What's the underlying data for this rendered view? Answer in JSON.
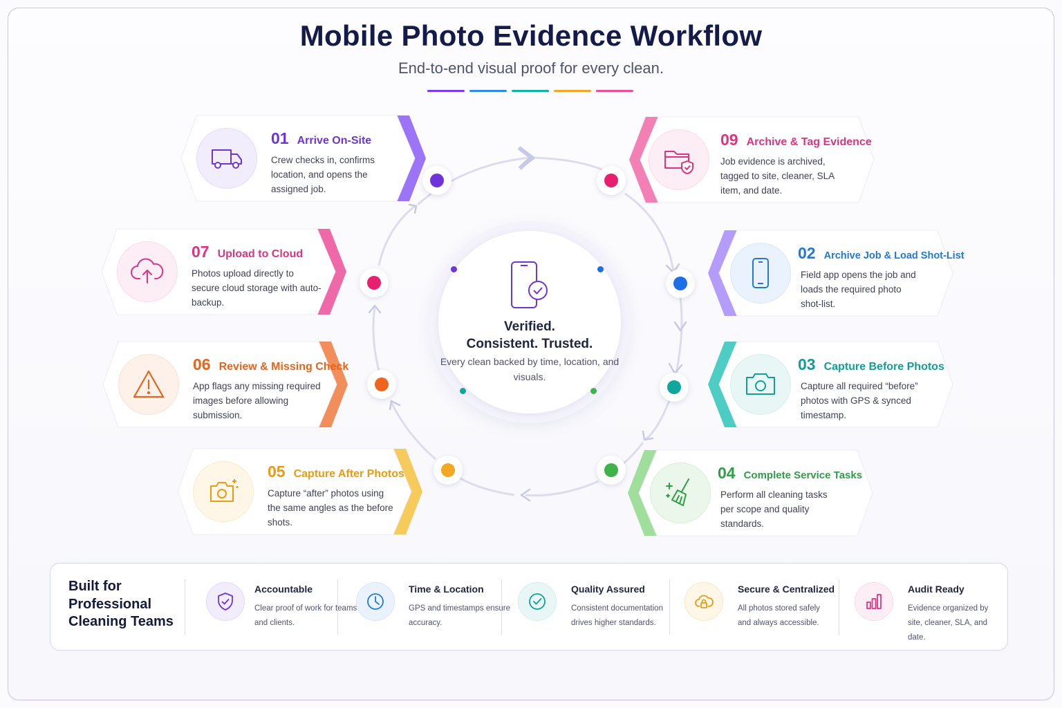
{
  "title": "Mobile Photo Evidence Workflow",
  "subtitle": "End-to-end visual proof for every clean.",
  "accent_bars": [
    "#7c3aed",
    "#2b8bf0",
    "#12b3a6",
    "#f4a722",
    "#ec4f9a"
  ],
  "steps": [
    {
      "num": "01",
      "name": "Arrive On-Site",
      "desc": "Crew checks in, confirms location, and opens the assigned job.",
      "color": "#6d35d9",
      "icon": "delivery-van-icon"
    },
    {
      "num": "02",
      "name": "Archive Job & Load Shot-List",
      "desc": "Field app opens the job and loads the required photo shot-list.",
      "color": "#2079d8",
      "icon": "smartphone-icon"
    },
    {
      "num": "03",
      "name": "Capture Before Photos",
      "desc": "Capture all required “before” photos with GPS & synced timestamp.",
      "color": "#0f9f9a",
      "icon": "camera-icon"
    },
    {
      "num": "04",
      "name": "Complete Service Tasks",
      "desc": "Perform all cleaning tasks per scope and quality standards.",
      "color": "#2f9e44",
      "icon": "broom-sparkle-icon"
    },
    {
      "num": "05",
      "name": "Capture After Photos",
      "desc": "Capture “after” photos using the same angles as the before shots.",
      "color": "#eb9a12",
      "icon": "camera-sparkle-icon"
    },
    {
      "num": "06",
      "name": "Review & Missing Check",
      "desc": "App flags any missing required images before allowing submission.",
      "color": "#e8641a",
      "icon": "warning-triangle-icon"
    },
    {
      "num": "07",
      "name": "Upload to Cloud",
      "desc": "Photos upload directly to secure cloud storage with auto-backup.",
      "color": "#e0337f",
      "icon": "cloud-upload-icon"
    },
    {
      "num": "09",
      "name": "Archive & Tag Evidence",
      "desc": "Job evidence is archived, tagged to site, cleaner, SLA item, and date.",
      "color": "#e0337f",
      "icon": "folder-shield-icon"
    }
  ],
  "center": {
    "line1": "Verified.",
    "line2": "Consistent. Trusted.",
    "desc": "Every clean backed by time, location, and visuals.",
    "icon": "phone-check-icon"
  },
  "bottom": {
    "heading": "Built for Professional Cleaning Teams",
    "features": [
      {
        "title": "Accountable",
        "desc": "Clear proof of work for teams and clients.",
        "color": "#6d35d9",
        "icon": "shield-check-icon"
      },
      {
        "title": "Time & Location",
        "desc": "GPS and timestamps ensure accuracy.",
        "color": "#2079d8",
        "icon": "clock-icon"
      },
      {
        "title": "Quality Assured",
        "desc": "Consistent documentation drives higher standards.",
        "color": "#0f9f9a",
        "icon": "check-circle-icon"
      },
      {
        "title": "Secure & Centralized",
        "desc": "All photos stored safely and always accessible.",
        "color": "#eb9a12",
        "icon": "cloud-lock-icon"
      },
      {
        "title": "Audit Ready",
        "desc": "Evidence organized by site, cleaner, SLA, and date.",
        "color": "#e0337f",
        "icon": "bar-chart-icon"
      }
    ]
  }
}
